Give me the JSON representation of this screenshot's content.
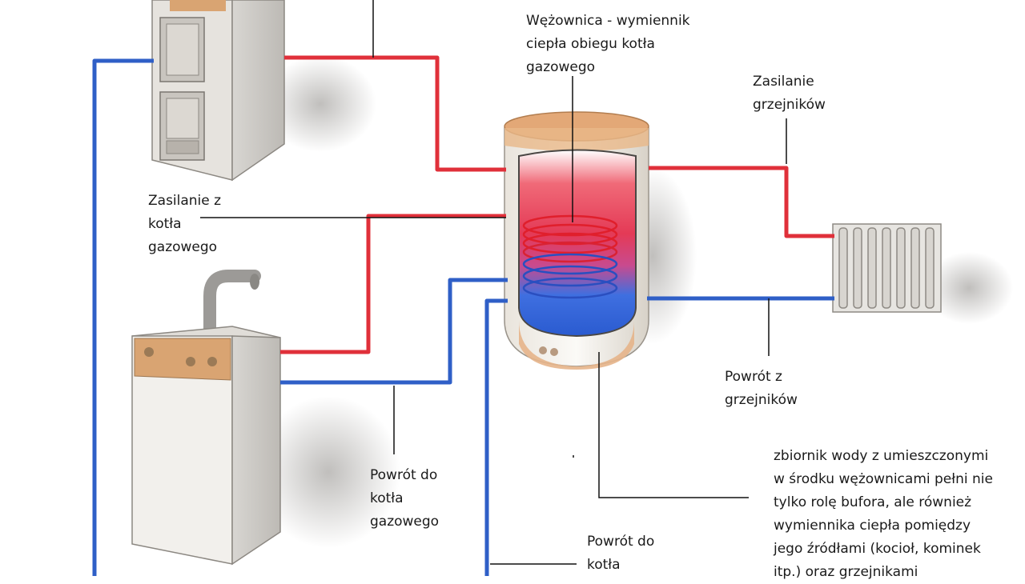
{
  "labels": {
    "coil": [
      "Wężownica - wymiennik",
      "ciepła obiegu kotła",
      "gazowego"
    ],
    "radiator_supply": [
      "Zasilanie",
      "grzejników"
    ],
    "gas_boiler_supply": [
      "Zasilanie z",
      "kotła",
      "gazowego"
    ],
    "radiator_return": [
      "Powrót z",
      "grzejników"
    ],
    "gas_boiler_return": [
      "Powrót do",
      "kotła",
      "gazowego"
    ],
    "solid_boiler_return": [
      "Powrót do",
      "kotła"
    ],
    "tank_description": [
      "zbiornik wody z umieszczonymi",
      "w środku wężownicami pełni nie",
      "tylko rolę bufora, ale również",
      "wymiennika ciepła pomiędzy",
      "jego źródłami (kocioł, kominek",
      "itp.) oraz grzejnikami"
    ]
  },
  "colors": {
    "supply_pipe": "#e0303a",
    "return_pipe": "#2f5fc7",
    "leader_line": "#111111",
    "tank_cap": "#e3a877",
    "boiler_panel": "#d9a472"
  }
}
